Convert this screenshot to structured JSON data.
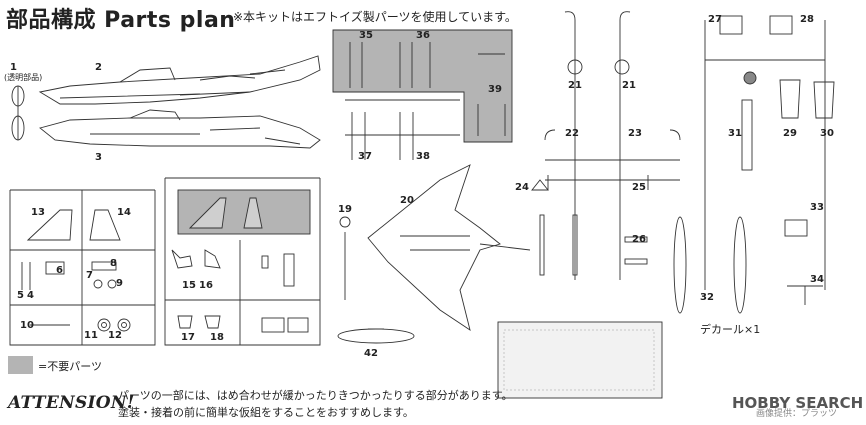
{
  "header": {
    "title": "部品構成 Parts plan",
    "subtitle": "※本キットはエフトイズ製パーツを使用しています。"
  },
  "parts": {
    "p1": "1",
    "p1_note": "(透明部品)",
    "p2": "2",
    "p3": "3",
    "p4": "4",
    "p5": "5",
    "p6": "6",
    "p7": "7",
    "p8": "8",
    "p9": "9",
    "p10": "10",
    "p11": "11",
    "p12": "12",
    "p13": "13",
    "p14": "14",
    "p15": "15",
    "p16": "16",
    "p17": "17",
    "p18": "18",
    "p19": "19",
    "p20": "20",
    "p21a": "21",
    "p21b": "21",
    "p22": "22",
    "p23": "23",
    "p24": "24",
    "p25": "25",
    "p26": "26",
    "p27": "27",
    "p28": "28",
    "p29": "29",
    "p30": "30",
    "p31": "31",
    "p32": "32",
    "p33": "33",
    "p34": "34",
    "p35": "35",
    "p36": "36",
    "p37": "37",
    "p38": "38",
    "p39": "39",
    "p42": "42"
  },
  "legend": {
    "unused_label": "=不要パーツ",
    "unused_color": "#b4b4b4"
  },
  "decal": {
    "label": "デカール×1"
  },
  "attention": {
    "heading": "ATTENSION!",
    "line1": "パーツの一部には、はめ合わせが緩かったりきつかったりする部分があります。",
    "line2": "塗装・接着の前に簡単な仮組をすることをおすすめします。"
  },
  "watermark": {
    "brand": "HOBBY SEARCH",
    "sub": "画像提供：プラッツ"
  }
}
